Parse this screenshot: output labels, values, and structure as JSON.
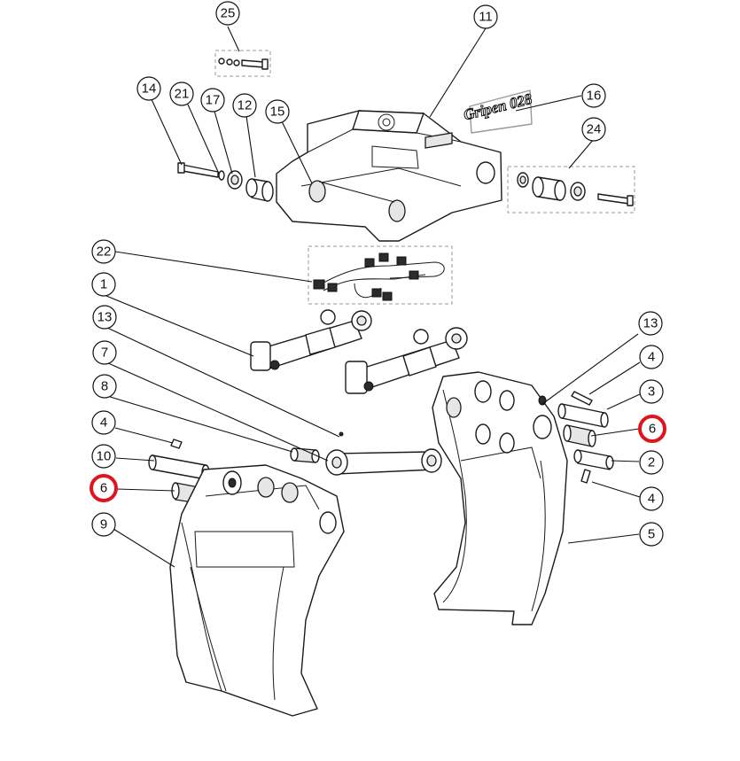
{
  "callouts": [
    {
      "label": "25",
      "highlighted": false
    },
    {
      "label": "11",
      "highlighted": false
    },
    {
      "label": "16",
      "highlighted": false
    },
    {
      "label": "14",
      "highlighted": false
    },
    {
      "label": "21",
      "highlighted": false
    },
    {
      "label": "17",
      "highlighted": false
    },
    {
      "label": "12",
      "highlighted": false
    },
    {
      "label": "15",
      "highlighted": false
    },
    {
      "label": "24",
      "highlighted": false
    },
    {
      "label": "22",
      "highlighted": false
    },
    {
      "label": "1",
      "highlighted": false
    },
    {
      "label": "13",
      "highlighted": false
    },
    {
      "label": "7",
      "highlighted": false
    },
    {
      "label": "8",
      "highlighted": false
    },
    {
      "label": "4",
      "highlighted": false
    },
    {
      "label": "10",
      "highlighted": false
    },
    {
      "label": "6",
      "highlighted": true
    },
    {
      "label": "9",
      "highlighted": false
    },
    {
      "label": "13",
      "highlighted": false
    },
    {
      "label": "4",
      "highlighted": false
    },
    {
      "label": "3",
      "highlighted": false
    },
    {
      "label": "6",
      "highlighted": true
    },
    {
      "label": "2",
      "highlighted": false
    },
    {
      "label": "4",
      "highlighted": false
    },
    {
      "label": "5",
      "highlighted": false
    }
  ],
  "logo": {
    "text": "Gripen 028"
  },
  "colors": {
    "highlight": "#e0141e",
    "line": "#1a1a1a",
    "background": "#ffffff"
  }
}
